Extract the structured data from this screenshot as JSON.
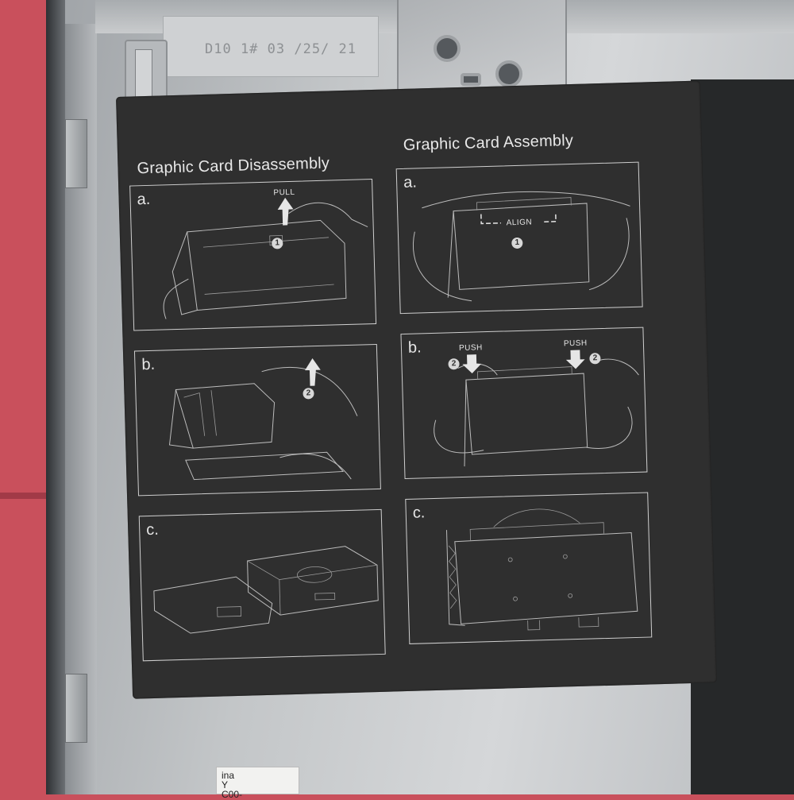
{
  "chassis": {
    "stamp_line": "D10 1# 03 /25/ 21",
    "sticker_lines": [
      "ina",
      "Y",
      "C00-"
    ]
  },
  "instructions": {
    "disassembly": {
      "title": "Graphic Card Disassembly",
      "steps": [
        {
          "letter": "a.",
          "label": "PULL",
          "badge": "1"
        },
        {
          "letter": "b.",
          "badge": "2"
        },
        {
          "letter": "c."
        }
      ]
    },
    "assembly": {
      "title": "Graphic Card Assembly",
      "steps": [
        {
          "letter": "a.",
          "label": "ALIGN",
          "badge": "1"
        },
        {
          "letter": "b.",
          "label_left": "PUSH",
          "label_right": "PUSH",
          "badge_left": "2",
          "badge_right": "2"
        },
        {
          "letter": "c."
        }
      ]
    }
  },
  "colors": {
    "sheet": "#2f2f2f",
    "line_art": "#bdbdbd",
    "desk": "#c9505c",
    "chassis_metal": "#c3c6c8"
  }
}
